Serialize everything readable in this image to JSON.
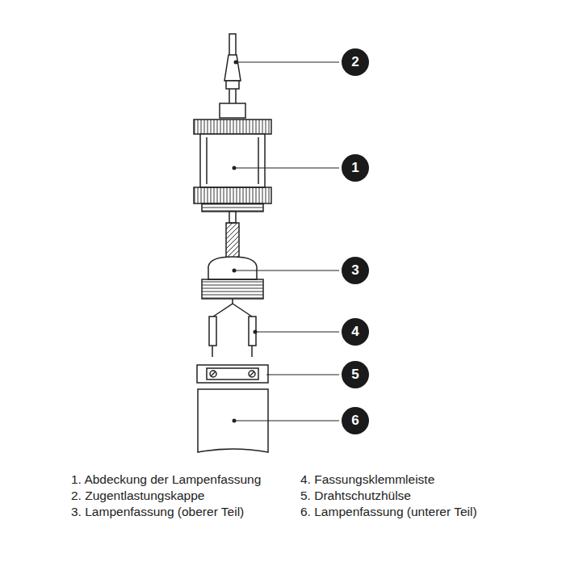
{
  "diagram": {
    "nodes": [
      {
        "text": [
          "2"
        ]
      },
      {
        "text": [
          "1"
        ]
      },
      {
        "text": [
          "3"
        ]
      },
      {
        "text": [
          "4"
        ]
      },
      {
        "text": [
          "5"
        ]
      },
      {
        "text": [
          "6"
        ]
      }
    ],
    "labels": [
      "1. Abdeckung der Lampenfassung",
      "2. Zugentlastungskappe",
      "3. Lampenfassung (oberer Teil)",
      "4. Fassungsklemmleiste",
      "5. Drahtschutzhülse",
      "6. Lampenfassung (unterer Teil)"
    ]
  }
}
